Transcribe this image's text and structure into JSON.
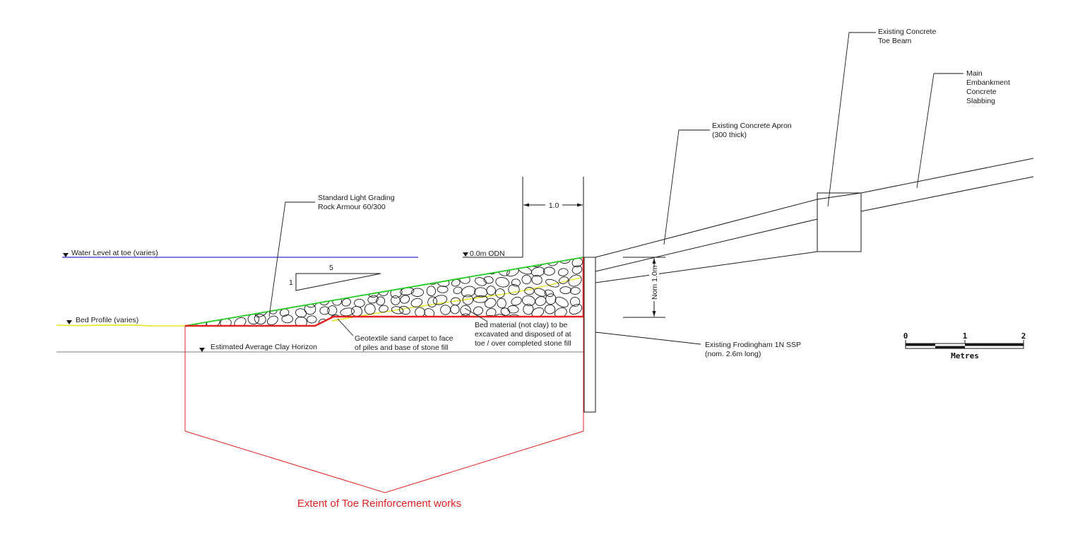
{
  "labels": {
    "water_level": "Water Level at toe (varies)",
    "odn": "0.0m ODN",
    "bed_profile": "Bed Profile (varies)",
    "clay_horizon": "Estimated Average Clay Horizon",
    "rock_armour_1": "Standard Light Grading",
    "rock_armour_2": "Rock Armour 60/300",
    "slope_run": "5",
    "slope_rise": "1",
    "dim_width": "1.0",
    "dim_nom": "Nom 1.0m",
    "geotextile_1": "Geotextile sand carpet to face",
    "geotextile_2": "of piles and base of stone fill",
    "bed_material_1": "Bed material (not clay) to be",
    "bed_material_2": "excavated and disposed of at",
    "bed_material_3": "toe / over completed stone fill",
    "ssp_1": "Existing Frodingham 1N SSP",
    "ssp_2": "(nom. 2.6m long)",
    "apron_1": "Existing Concrete Apron",
    "apron_2": "(300 thick)",
    "toe_beam_1": "Existing Concrete",
    "toe_beam_2": "Toe Beam",
    "slabbing_1": "Main",
    "slabbing_2": "Embankment",
    "slabbing_3": "Concrete",
    "slabbing_4": "Slabbing",
    "extent": "Extent of Toe Reinforcement works"
  },
  "scale_bar": {
    "ticks": [
      "0",
      "1",
      "2"
    ],
    "unit": "Metres"
  },
  "colors": {
    "water_line": "#2f2fd0",
    "bed_profile": "#e8e820",
    "excavation_outline": "#e32222",
    "armour_surface": "#22cc22",
    "ink": "#1a1a1a"
  }
}
